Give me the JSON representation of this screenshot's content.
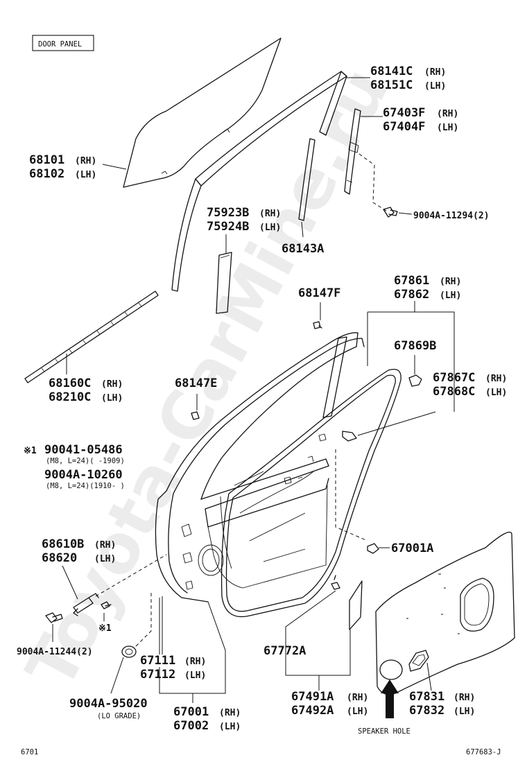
{
  "header": {
    "box_label": "DOOR PANEL"
  },
  "footer": {
    "page_code": "6701",
    "figure_code": "677683-J"
  },
  "watermark": "Toyota-CarMine.ru",
  "notes": {
    "speaker_hole": "SPEAKER HOLE",
    "lo_grade": "(LO GRADE)",
    "mark1": "※1",
    "bolt_note_a": "(M8, L=24)(      -1909)",
    "bolt_note_b": "(M8, L=24)(1910-      )"
  },
  "parts": {
    "p68141": [
      "68141C",
      "(RH)",
      "68151C",
      "(LH)"
    ],
    "p67403": [
      "67403F",
      "(RH)",
      "67404F",
      "(LH)"
    ],
    "p68101": [
      "68101",
      "(RH)",
      "68102",
      "(LH)"
    ],
    "p9004a_11294": "9004A-11294(2)",
    "p75923": [
      "75923B",
      "(RH)",
      "75924B",
      "(LH)"
    ],
    "p68143": "68143A",
    "p67861": [
      "67861",
      "(RH)",
      "67862",
      "(LH)"
    ],
    "p68147f": "68147F",
    "p67869": "67869B",
    "p68160": [
      "68160C",
      "(RH)",
      "68210C",
      "(LH)"
    ],
    "p68147e": "68147E",
    "p67867": [
      "67867C",
      "(RH)",
      "67868C",
      "(LH)"
    ],
    "p90041": "90041-05486",
    "p9004a_10260": "9004A-10260",
    "p68610": [
      "68610B",
      "(RH)",
      "68620",
      "(LH)"
    ],
    "p67001a": "67001A",
    "p9004a_11244": "9004A-11244(2)",
    "p67772": "67772A",
    "p67111": [
      "67111",
      "(RH)",
      "67112",
      "(LH)"
    ],
    "p9004a_95020": "9004A-95020",
    "p67491": [
      "67491A",
      "(RH)",
      "67492A",
      "(LH)"
    ],
    "p67831": [
      "67831",
      "(RH)",
      "67832",
      "(LH)"
    ],
    "p67001": [
      "67001",
      "(RH)",
      "67002",
      "(LH)"
    ]
  },
  "colors": {
    "ink": "#111111",
    "background": "#ffffff"
  }
}
